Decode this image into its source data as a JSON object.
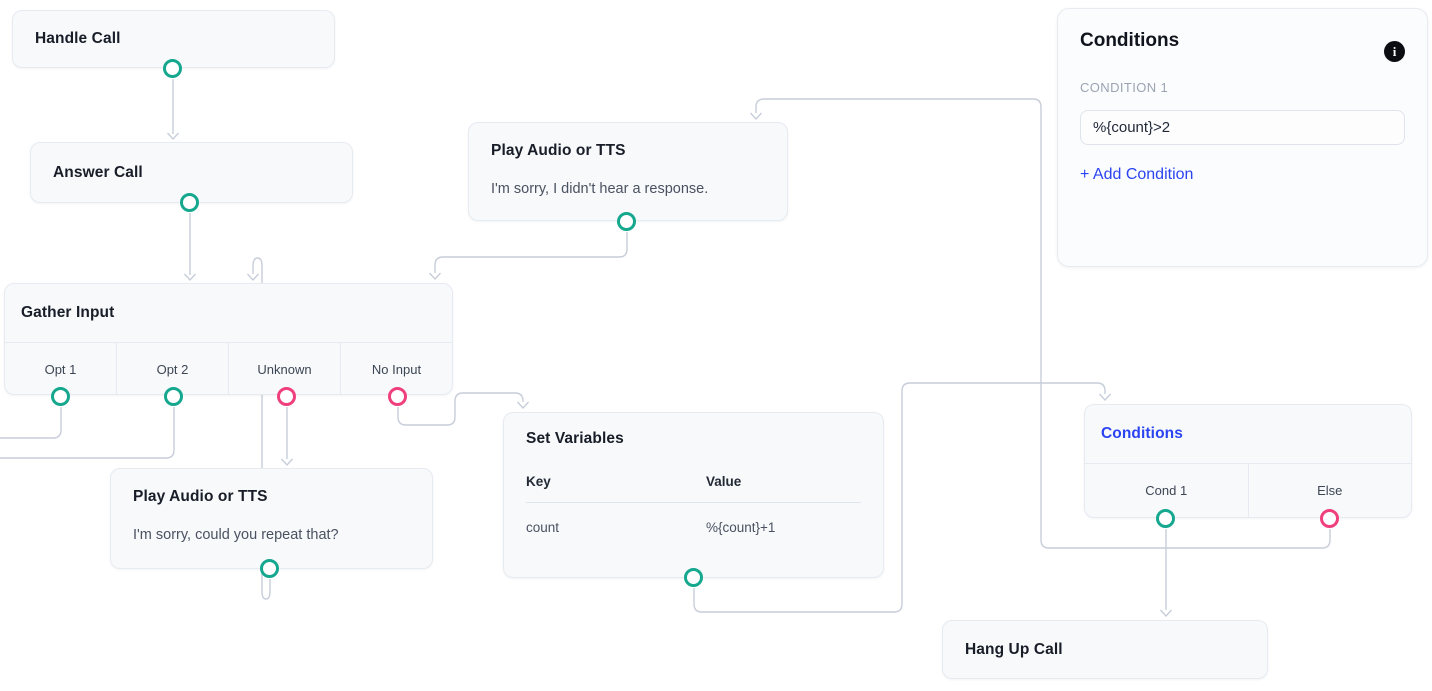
{
  "nodes": {
    "handle_call": {
      "title": "Handle Call"
    },
    "answer_call": {
      "title": "Answer Call"
    },
    "play_tts_no_response": {
      "title": "Play Audio or TTS",
      "body": "I'm sorry, I didn't hear a response."
    },
    "gather_input": {
      "title": "Gather Input",
      "outputs": [
        {
          "label": "Opt 1"
        },
        {
          "label": "Opt 2"
        },
        {
          "label": "Unknown"
        },
        {
          "label": "No Input"
        }
      ]
    },
    "play_tts_repeat": {
      "title": "Play Audio or TTS",
      "body": "I'm sorry, could you repeat that?"
    },
    "set_variables": {
      "title": "Set Variables",
      "key_header": "Key",
      "value_header": "Value",
      "rows": [
        {
          "key": "count",
          "value": "%{count}+1"
        }
      ]
    },
    "conditions_node": {
      "title": "Conditions",
      "outputs": [
        {
          "label": "Cond 1"
        },
        {
          "label": "Else"
        }
      ]
    },
    "hang_up_call": {
      "title": "Hang Up Call"
    }
  },
  "panel": {
    "title": "Conditions",
    "info_icon_glyph": "i",
    "condition_label": "CONDITION 1",
    "condition_value": "%{count}>2",
    "add_condition_label": "+ Add Condition"
  },
  "colors": {
    "green": "#16a78f",
    "pink": "#ef3f7c",
    "blue": "#2b44f2",
    "line": "#c7cdd9"
  }
}
